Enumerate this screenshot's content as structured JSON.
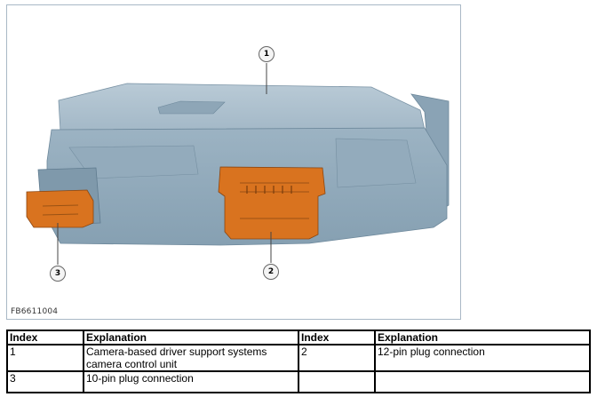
{
  "figure": {
    "code": "FB6611004",
    "callouts": [
      {
        "number": "1"
      },
      {
        "number": "2"
      },
      {
        "number": "3"
      }
    ]
  },
  "table": {
    "headers": [
      "Index",
      "Explanation",
      "Index",
      "Explanation"
    ],
    "rows": [
      {
        "index_a": "1",
        "explanation_a": "Camera-based driver support systems camera control unit",
        "index_b": "2",
        "explanation_b": "12-pin plug connection"
      },
      {
        "index_a": "3",
        "explanation_a": "10-pin plug connection",
        "index_b": "",
        "explanation_b": ""
      }
    ]
  },
  "colors": {
    "housing": "#9fb6c6",
    "housing_dark": "#7d97a9",
    "connector": "#d9731f",
    "frame": "#a9b8c6"
  }
}
